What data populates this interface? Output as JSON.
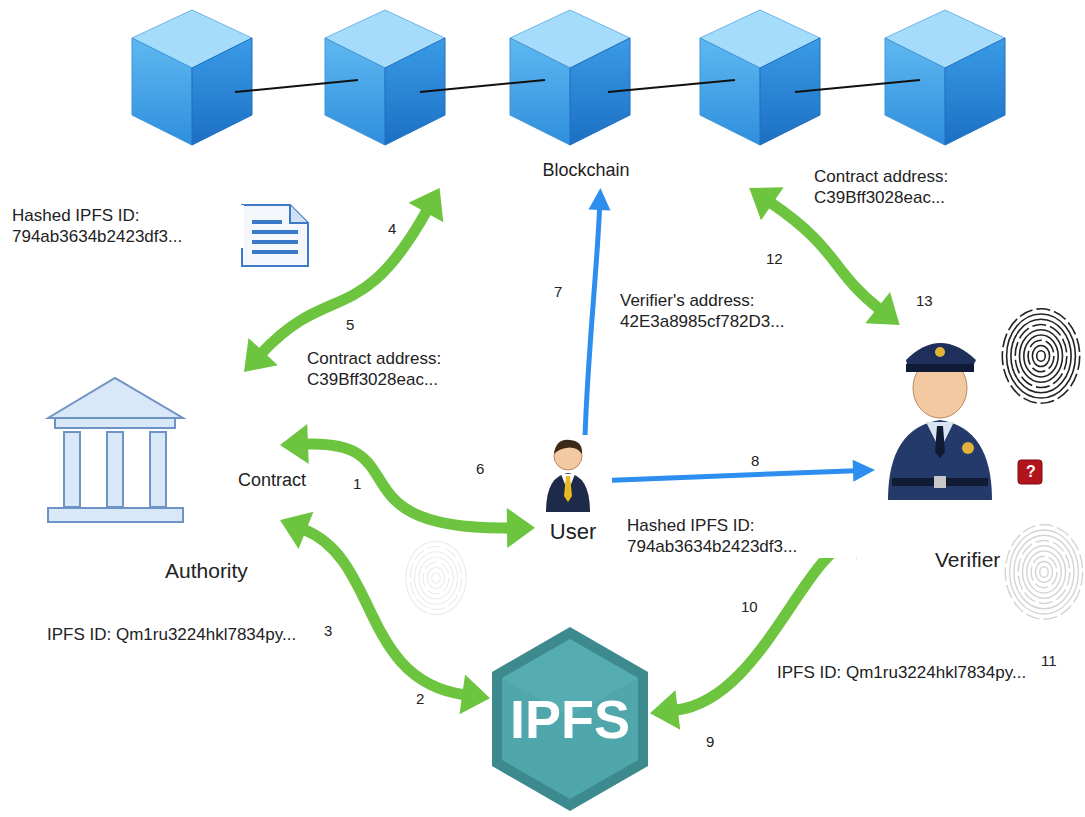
{
  "diagram": {
    "nodes": [
      {
        "text": [
          "Blockchain"
        ]
      },
      {
        "text": [
          "Contract"
        ]
      },
      {
        "text": [
          "Authority"
        ]
      },
      {
        "text": [
          "User"
        ]
      },
      {
        "text": [
          "Verifier"
        ]
      },
      {
        "text": [
          "IPFS"
        ]
      }
    ],
    "edges": [
      {
        "from": 2,
        "to": 3,
        "arrow": "both",
        "label": "Contract address: C39Bff3028eac..."
      },
      {
        "from": 2,
        "to": 0,
        "arrow": "both"
      },
      {
        "from": 2,
        "to": 5,
        "arrow": "both",
        "label": "IPFS ID: Qm1ru3224hkl7834py..."
      },
      {
        "from": 3,
        "to": 0,
        "arrow": "to",
        "label": "Verifier's address: 42E3a8985cf782D3..."
      },
      {
        "from": 3,
        "to": 4,
        "arrow": "to",
        "label": "Hashed IPFS ID: 794ab3634b2423df3..."
      },
      {
        "from": 4,
        "to": 5,
        "arrow": "both",
        "label": "IPFS ID: Qm1ru3224hkl7834py..."
      },
      {
        "from": 4,
        "to": 0,
        "arrow": "both",
        "label": "Contract address: C39Bff3028eac..."
      }
    ],
    "labels": [
      "Hashed IPFS ID: 794ab3634b2423df3...",
      "1",
      "2",
      "3",
      "4",
      "5",
      "6",
      "7",
      "8",
      "9",
      "10",
      "11",
      "12",
      "13",
      "?"
    ]
  }
}
